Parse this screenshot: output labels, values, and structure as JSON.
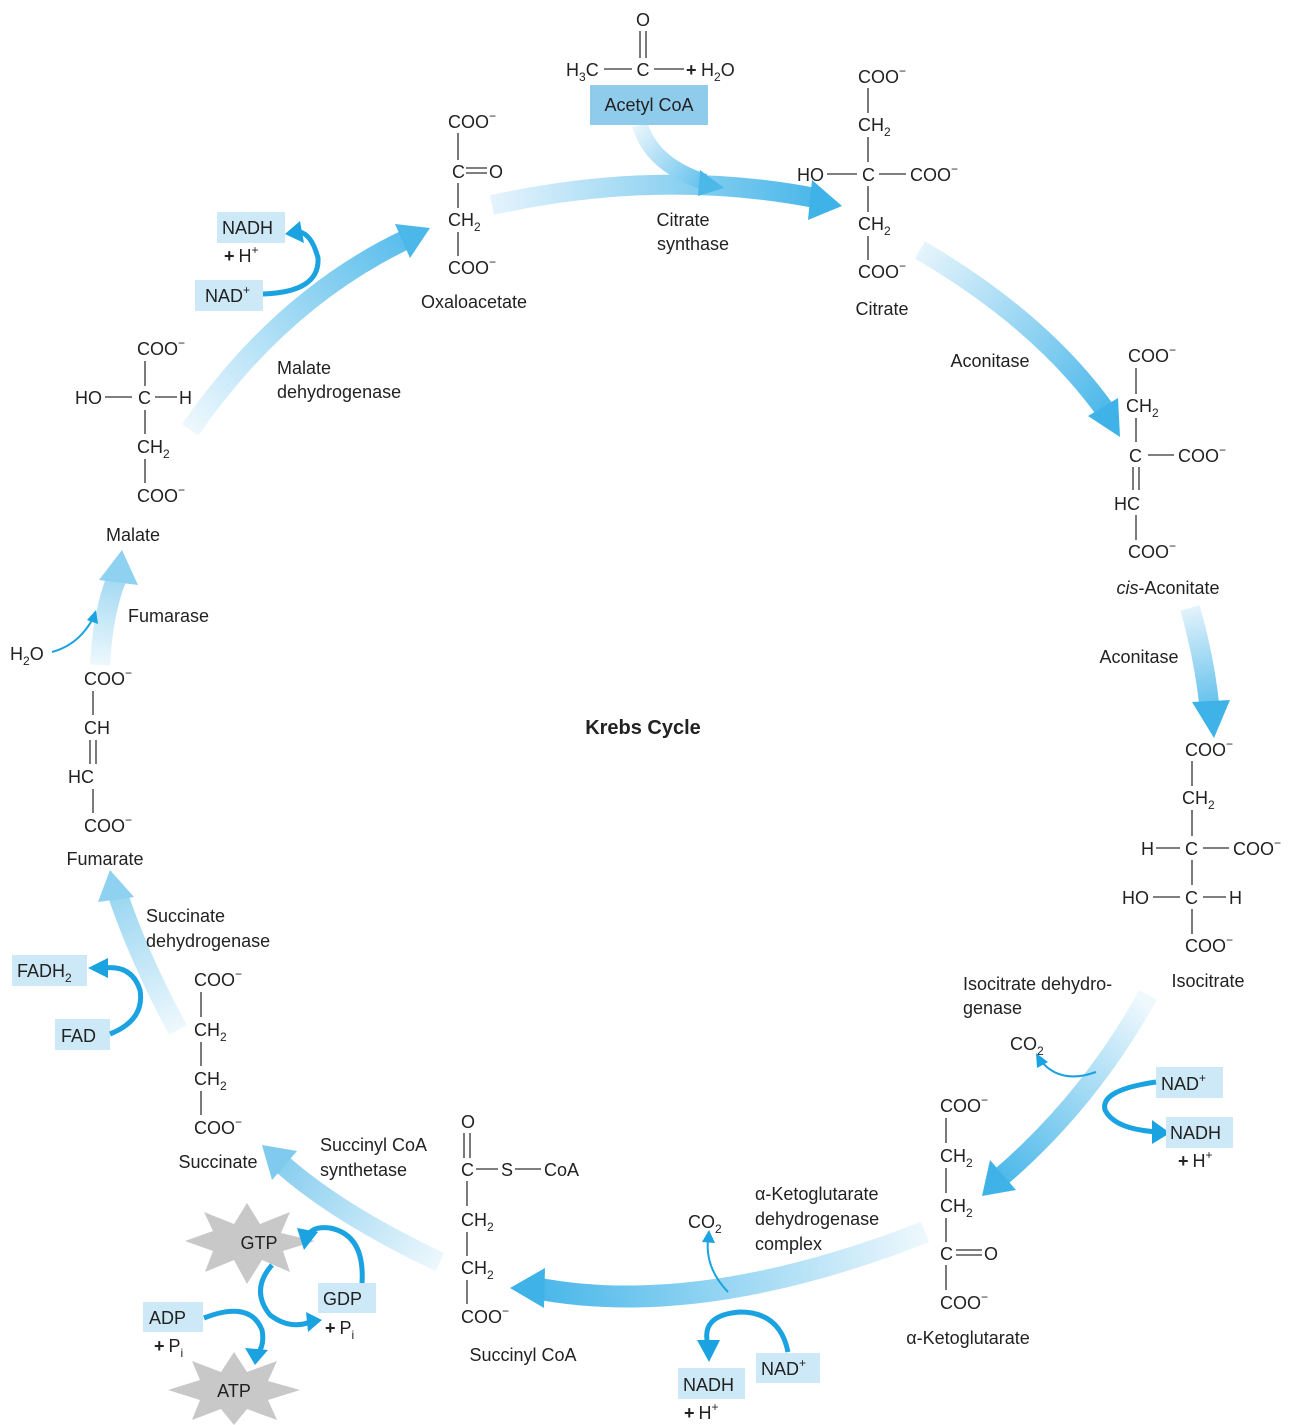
{
  "title": "Krebs Cycle",
  "colors": {
    "arrow_light": "#d8eefa",
    "arrow_dark": "#4cb8ea",
    "cofactor_box": "#cde9f7",
    "acetyl_box": "#8fcbea",
    "cofactor_arrow": "#1aa3e0",
    "starburst": "#c8c8c8"
  },
  "acetyl": {
    "top_o": "O",
    "h3c": "H",
    "h3c_sub": "3",
    "h3c_c": "C",
    "c": "C",
    "plus": "+",
    "h2o": "H",
    "h2o_sub": "2",
    "h2o_o": "O",
    "label": "Acetyl CoA"
  },
  "enzymes": {
    "citrate_synthase_1": "Citrate",
    "citrate_synthase_2": "synthase",
    "aconitase_1": "Aconitase",
    "aconitase_2": "Aconitase",
    "isocitrate_dh_1": "Isocitrate dehydro-",
    "isocitrate_dh_2": "genase",
    "akg_dh_1": "α-Ketoglutarate",
    "akg_dh_2": "dehydrogenase",
    "akg_dh_3": "complex",
    "succinyl_synth_1": "Succinyl CoA",
    "succinyl_synth_2": "synthetase",
    "succinate_dh_1": "Succinate",
    "succinate_dh_2": "dehydrogenase",
    "fumarase": "Fumarase",
    "malate_dh_1": "Malate",
    "malate_dh_2": "dehydrogenase"
  },
  "compounds": {
    "oxaloacetate": "Oxaloacetate",
    "citrate": "Citrate",
    "cis_aconitate_italic": "cis",
    "cis_aconitate_rest": "-Aconitate",
    "isocitrate": "Isocitrate",
    "a_ketoglutarate": "α-Ketoglutarate",
    "succinyl_coa": "Succinyl CoA",
    "succinate": "Succinate",
    "fumarate": "Fumarate",
    "malate": "Malate"
  },
  "atoms": {
    "coo": "COO",
    "minus": "−",
    "ch": "CH",
    "ch2_sub": "2",
    "c": "C",
    "o": "O",
    "h": "H",
    "ho": "HO",
    "hc": "HC",
    "s": "S",
    "coa": "CoA"
  },
  "cofactors": {
    "nad": "NAD",
    "nadh": "NADH",
    "plus_sign": "+",
    "h_plus": "H",
    "sup_plus": "+",
    "co2": "CO",
    "co2_sub": "2",
    "fad": "FAD",
    "fadh2": "FADH",
    "fadh2_sub": "2",
    "h2o": "H",
    "h2o_sub": "2",
    "h2o_o": "O",
    "gtp": "GTP",
    "gdp": "GDP",
    "atp": "ATP",
    "adp": "ADP",
    "pi": "P",
    "pi_sub": "i"
  }
}
